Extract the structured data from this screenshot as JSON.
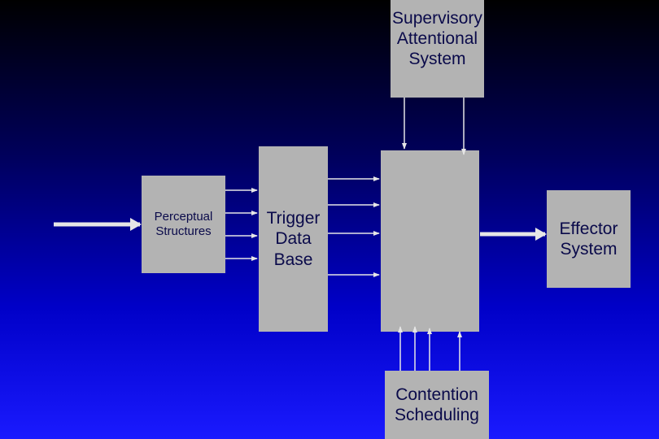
{
  "boxes": {
    "supervisory": "Supervisory\nAttentional\nSystem",
    "perceptual": "Perceptual\nStructures",
    "trigger": "Trigger\nData\nBase",
    "contention": "",
    "effector": "Effector\nSystem",
    "scheduling": "Contention\nScheduling"
  },
  "colors": {
    "box_fill": "#b3b3b3",
    "arrow": "#e6e6e6",
    "text": "#0a0a4a"
  }
}
